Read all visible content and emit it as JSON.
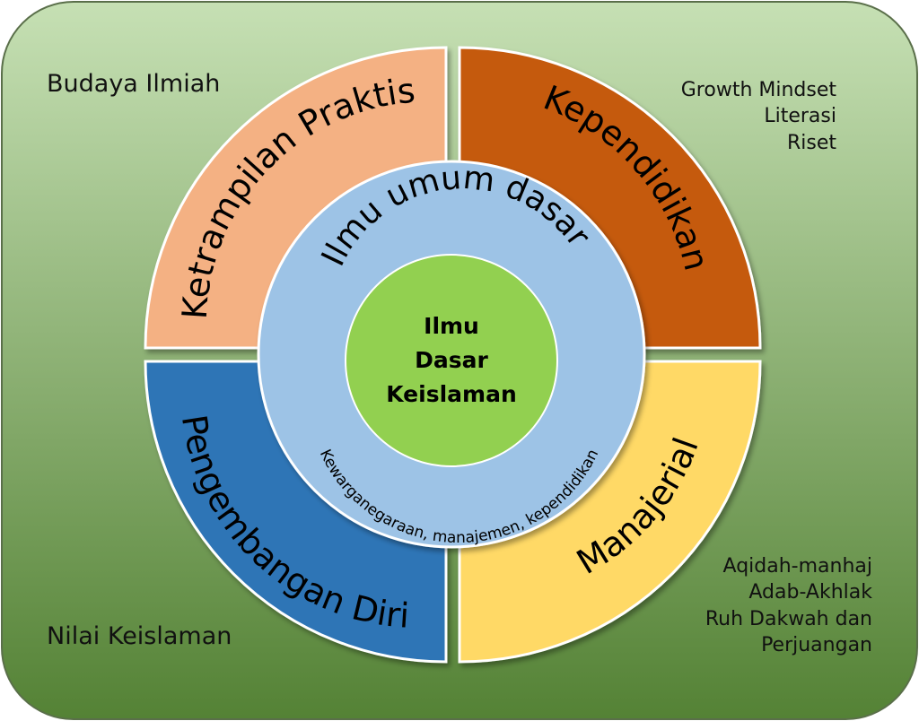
{
  "colors": {
    "background_top": "#c6e0b4",
    "background_bottom": "#548235",
    "ketrampilan": "#f4b183",
    "kependidikan": "#c55a11",
    "pengembangan": "#2e75b6",
    "manajerial": "#ffd966",
    "middle_ring": "#9dc3e6",
    "center": "#92d050",
    "stroke": "#ffffff"
  },
  "quadrants": {
    "top_left": "Ketrampilan Praktis",
    "top_right": "Kependidikan",
    "bottom_left": "Pengembangan Diri",
    "bottom_right": "Manajerial"
  },
  "middle": {
    "title": "Ilmu umum dasar",
    "subtitle": "Kewarganegaraan, manajemen, kependidikan"
  },
  "center": {
    "line1": "Ilmu",
    "line2": "Dasar",
    "line3": "Keislaman"
  },
  "corners": {
    "top_left": [
      "Budaya Ilmiah"
    ],
    "top_right": [
      "Growth Mindset",
      "Literasi",
      "Riset"
    ],
    "bottom_left": [
      "Nilai Keislaman"
    ],
    "bottom_right": [
      "Aqidah-manhaj",
      "Adab-Akhlak",
      "Ruh Dakwah dan",
      "Perjuangan"
    ]
  }
}
